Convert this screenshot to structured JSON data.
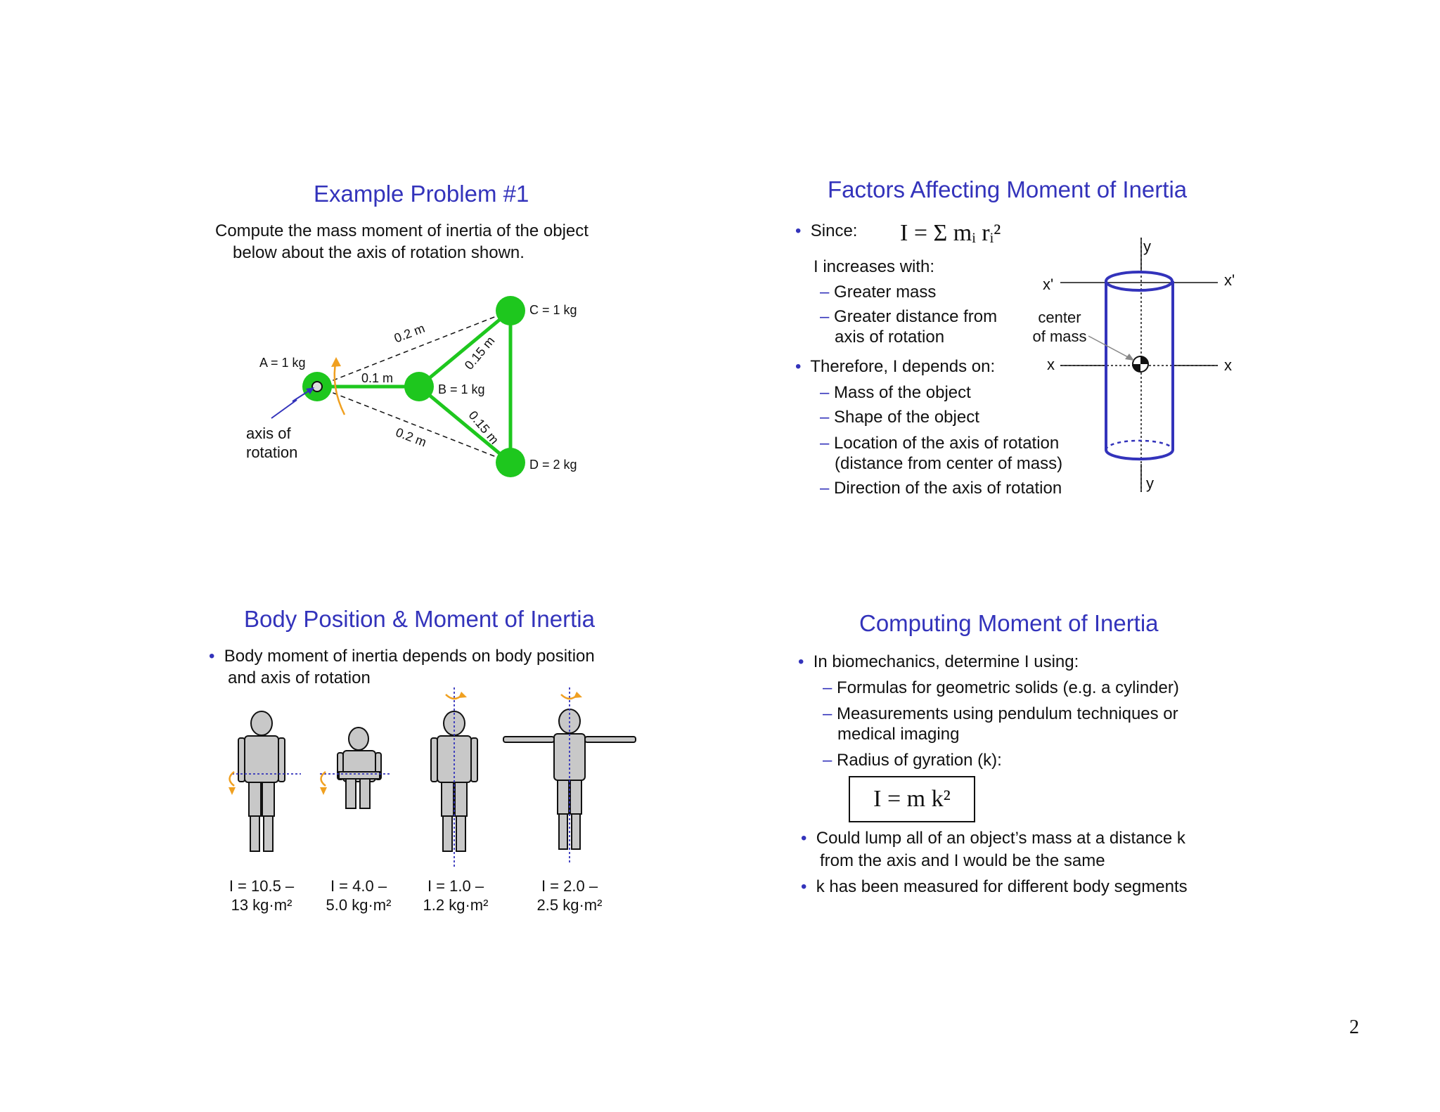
{
  "page_number": "2",
  "slide1": {
    "title": "Example Problem #1",
    "text_line1": "Compute the mass moment of inertia of the object",
    "text_line2": "below about the axis of rotation shown.",
    "labels": {
      "a": "A = 1 kg",
      "b": "B = 1 kg",
      "c": "C = 1 kg",
      "d": "D = 2 kg",
      "ab": "0.1 m",
      "ac": "0.2 m",
      "ad": "0.2 m",
      "bc": "0.15 m",
      "bd": "0.15 m",
      "axis1": "axis of",
      "axis2": "rotation"
    },
    "colors": {
      "mass": "#1ec71e",
      "arrow": "#f0a020",
      "pointer": "#3333bb"
    }
  },
  "slide2": {
    "title": "Factors Affecting Moment of Inertia",
    "since": "Since:",
    "formula": "I = Σ mᵢ rᵢ²",
    "increases": "I increases with:",
    "inc_items": [
      "Greater mass",
      "Greater distance from",
      "axis of rotation"
    ],
    "therefore": "Therefore, I depends on:",
    "dep_items": [
      "Mass of the object",
      "Shape of the object",
      "Location of the axis of rotation",
      "(distance from center of mass)",
      "Direction of the axis of rotation"
    ],
    "fig": {
      "y_top": "y",
      "y_bottom": "y",
      "xp_left": "x'",
      "xp_right": "x'",
      "x_left": "x",
      "x_right": "x",
      "com1": "center",
      "com2": "of mass"
    }
  },
  "slide3": {
    "title": "Body Position & Moment of Inertia",
    "bullet_line1": "Body moment of inertia depends on body position",
    "bullet_line2": "and axis of rotation",
    "captions": [
      {
        "l1": "I = 10.5 –",
        "l2": "13 kg·m²"
      },
      {
        "l1": "I = 4.0 –",
        "l2": "5.0 kg·m²"
      },
      {
        "l1": "I = 1.0 –",
        "l2": "1.2 kg·m²"
      },
      {
        "l1": "I = 2.0 –",
        "l2": "2.5 kg·m²"
      }
    ]
  },
  "slide4": {
    "title": "Computing Moment of Inertia",
    "bullet1": "In biomechanics, determine I using:",
    "sub1": "Formulas for geometric solids (e.g. a cylinder)",
    "sub2a": "Measurements using pendulum techniques or",
    "sub2b": "medical imaging",
    "sub3": "Radius of gyration (k):",
    "formula": "I = m k²",
    "bullet2a": "Could lump all of an object’s mass at a distance k",
    "bullet2b": "from the axis and I would be the same",
    "bullet3": "k has been measured for different body segments"
  }
}
